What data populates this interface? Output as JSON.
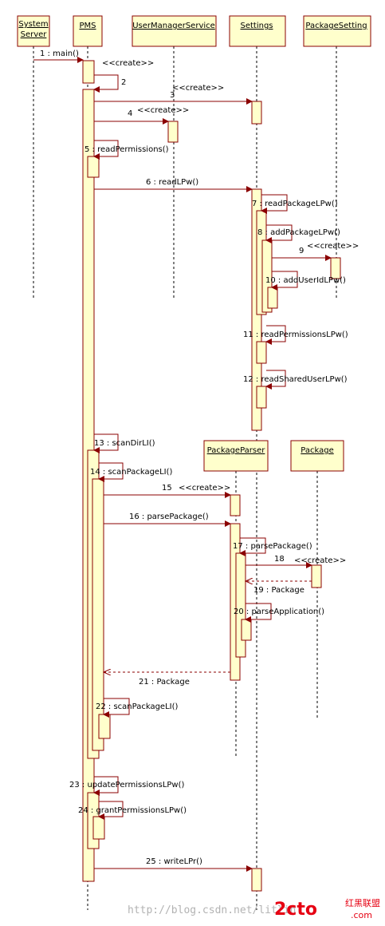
{
  "lifelines": [
    {
      "id": "sys",
      "label_lines": [
        "System",
        "Server"
      ]
    },
    {
      "id": "pms",
      "label_lines": [
        "PMS"
      ]
    },
    {
      "id": "ums",
      "label_lines": [
        "UserManagerService"
      ]
    },
    {
      "id": "settings",
      "label_lines": [
        "Settings"
      ]
    },
    {
      "id": "pkgsetting",
      "label_lines": [
        "PackageSetting"
      ]
    },
    {
      "id": "parser",
      "label_lines": [
        "PackageParser"
      ]
    },
    {
      "id": "package",
      "label_lines": [
        "Package"
      ]
    }
  ],
  "messages": [
    {
      "num": "1",
      "label": "1 : main()",
      "from": "sys",
      "to": "pms",
      "kind": "call"
    },
    {
      "num": "2",
      "label": "2",
      "stereotype": "<<create>>",
      "from": "pms",
      "to": "pms",
      "kind": "self"
    },
    {
      "num": "3",
      "label": "3",
      "stereotype": "<<create>>",
      "from": "pms",
      "to": "settings",
      "kind": "call"
    },
    {
      "num": "4",
      "label": "4",
      "stereotype": "<<create>>",
      "from": "pms",
      "to": "ums",
      "kind": "call"
    },
    {
      "num": "5",
      "label": "5 : readPermissions()",
      "from": "pms",
      "to": "pms",
      "kind": "self"
    },
    {
      "num": "6",
      "label": "6 : readLPw()",
      "from": "pms",
      "to": "settings",
      "kind": "call"
    },
    {
      "num": "7",
      "label": "7 : readPackageLPw()",
      "from": "settings",
      "to": "settings",
      "kind": "self"
    },
    {
      "num": "8",
      "label": "8 : addPackageLPw()",
      "from": "settings",
      "to": "settings",
      "kind": "self"
    },
    {
      "num": "9",
      "label": "9",
      "stereotype": "<<create>>",
      "from": "settings",
      "to": "pkgsetting",
      "kind": "call"
    },
    {
      "num": "10",
      "label": "10 : addUserIdLPw()",
      "from": "settings",
      "to": "settings",
      "kind": "self"
    },
    {
      "num": "11",
      "label": "11 : readPermissionsLPw()",
      "from": "settings",
      "to": "settings",
      "kind": "self"
    },
    {
      "num": "12",
      "label": "12 : readSharedUserLPw()",
      "from": "settings",
      "to": "settings",
      "kind": "self"
    },
    {
      "num": "13",
      "label": "13 : scanDirLI()",
      "from": "pms",
      "to": "pms",
      "kind": "self"
    },
    {
      "num": "14",
      "label": "14 : scanPackageLI()",
      "from": "pms",
      "to": "pms",
      "kind": "self"
    },
    {
      "num": "15",
      "label": "15",
      "stereotype": "<<create>>",
      "from": "pms",
      "to": "parser",
      "kind": "call"
    },
    {
      "num": "16",
      "label": "16 : parsePackage()",
      "from": "pms",
      "to": "parser",
      "kind": "call"
    },
    {
      "num": "17",
      "label": "17 : parsePackage()",
      "from": "parser",
      "to": "parser",
      "kind": "self"
    },
    {
      "num": "18",
      "label": "18",
      "stereotype": "<<create>>",
      "from": "parser",
      "to": "package",
      "kind": "call"
    },
    {
      "num": "19",
      "label": "19 : Package",
      "from": "package",
      "to": "parser",
      "kind": "return"
    },
    {
      "num": "20",
      "label": "20 : parseApplication()",
      "from": "parser",
      "to": "parser",
      "kind": "self"
    },
    {
      "num": "21",
      "label": "21 : Package",
      "from": "parser",
      "to": "pms",
      "kind": "return"
    },
    {
      "num": "22",
      "label": "22 : scanPackageLI()",
      "from": "pms",
      "to": "pms",
      "kind": "self"
    },
    {
      "num": "23",
      "label": "23 : updatePermissionsLPw()",
      "from": "pms",
      "to": "pms",
      "kind": "self"
    },
    {
      "num": "24",
      "label": "24 : grantPermissionsLPw()",
      "from": "pms",
      "to": "pms",
      "kind": "self"
    },
    {
      "num": "25",
      "label": "25 : writeLPr()",
      "from": "pms",
      "to": "settings",
      "kind": "call"
    }
  ],
  "watermark": {
    "url": "http://blog.csdn.net/litlin",
    "logo_text": "2cto",
    "logo_sub": "红黑联盟",
    "logo_domain": ".com"
  },
  "colors": {
    "box_fill": "#ffffcc",
    "box_border": "#8b0000",
    "arrow": "#8b0000",
    "watermark_text": "#b3b3b3",
    "logo": "#e60012"
  }
}
